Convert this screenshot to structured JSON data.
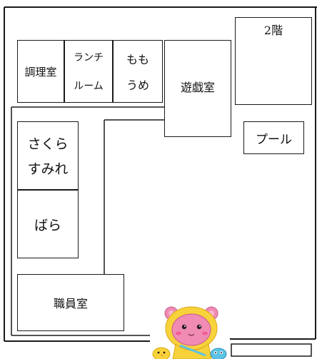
{
  "map": {
    "rooms": {
      "kitchen": "調理室",
      "lunch": [
        "ランチ",
        "ルーム"
      ],
      "momo_ume": [
        "もも",
        "うめ"
      ],
      "playroom": "遊戯室",
      "second_floor": "2階",
      "pool": "プール",
      "sakura_sumire": [
        "さくら",
        "すみれ"
      ],
      "bara": "ばら",
      "staff_room": "職員室"
    },
    "mascot": "pink-bear-mascot-with-chicks"
  },
  "colors": {
    "line": "#1a1a1a",
    "mascot_pink": "#f08cb4",
    "mascot_yellow": "#f7d23a",
    "mascot_blue": "#5cc3e6"
  }
}
